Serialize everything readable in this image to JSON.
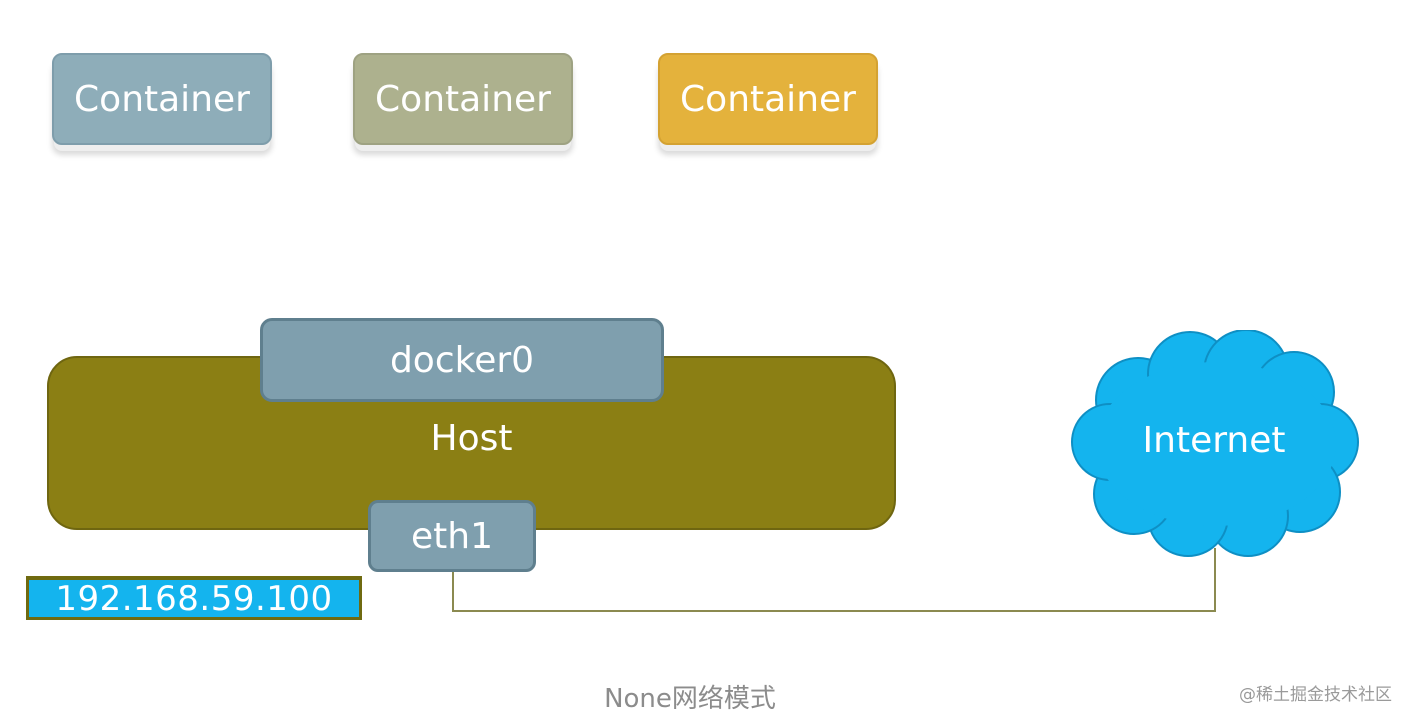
{
  "containers": [
    {
      "label": "Container",
      "color": "#8eadb9"
    },
    {
      "label": "Container",
      "color": "#adb18e"
    },
    {
      "label": "Container",
      "color": "#e4b23c"
    }
  ],
  "host": {
    "label": "Host",
    "color": "#8b7f14",
    "bridge_label": "docker0",
    "interface_label": "eth1",
    "ip_address": "192.168.59.100"
  },
  "internet": {
    "label": "Internet",
    "color": "#14b4ee"
  },
  "caption": "None网络模式",
  "watermark": "@稀土掘金技术社区"
}
